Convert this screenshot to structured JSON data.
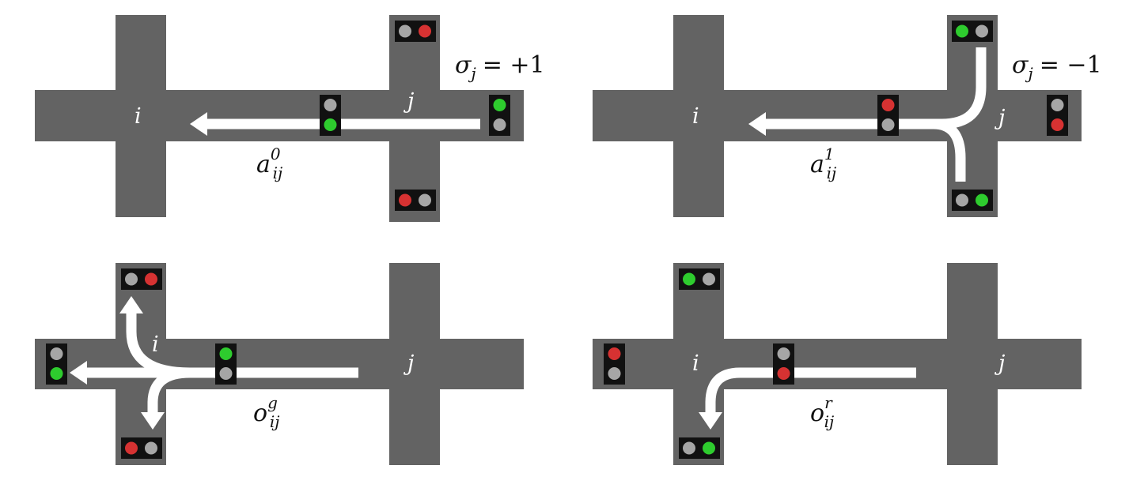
{
  "colors": {
    "road": "#636363",
    "housing": "#111111",
    "lamp_green": "#2ecc2e",
    "lamp_red": "#d63232",
    "lamp_off": "#a6a6a6",
    "arrow": "#ffffff"
  },
  "panels": [
    {
      "id": "top-left",
      "node_i": "i",
      "node_j": "j",
      "flow": {
        "sym": "a",
        "sup": "0",
        "sub": "ij"
      },
      "sigma": {
        "sym": "σ",
        "sub": "j",
        "rel": "= +1"
      },
      "lights": [
        {
          "position": "north-of-j",
          "state": [
            "off",
            "red"
          ]
        },
        {
          "position": "east-of-j",
          "state": [
            "green",
            "off"
          ]
        },
        {
          "position": "between-i-j",
          "state": [
            "off",
            "green"
          ]
        },
        {
          "position": "south-of-j",
          "state": [
            "red",
            "off"
          ]
        }
      ]
    },
    {
      "id": "top-right",
      "node_i": "i",
      "node_j": "j",
      "flow": {
        "sym": "a",
        "sup": "1",
        "sub": "ij"
      },
      "sigma": {
        "sym": "σ",
        "sub": "j",
        "rel": "= −1"
      },
      "lights": [
        {
          "position": "north-of-j",
          "state": [
            "green",
            "off"
          ]
        },
        {
          "position": "east-of-j",
          "state": [
            "off",
            "red"
          ]
        },
        {
          "position": "between-i-j",
          "state": [
            "red",
            "off"
          ]
        },
        {
          "position": "south-of-j",
          "state": [
            "off",
            "green"
          ]
        }
      ]
    },
    {
      "id": "bottom-left",
      "node_i": "i",
      "node_j": "j",
      "flow": {
        "sym": "o",
        "sup": "g",
        "sub": "ij"
      },
      "lights": [
        {
          "position": "north-of-i",
          "state": [
            "off",
            "red"
          ]
        },
        {
          "position": "west-of-i",
          "state": [
            "off",
            "green"
          ]
        },
        {
          "position": "between-i-j",
          "state": [
            "green",
            "off"
          ]
        },
        {
          "position": "south-of-i",
          "state": [
            "red",
            "off"
          ]
        }
      ]
    },
    {
      "id": "bottom-right",
      "node_i": "i",
      "node_j": "j",
      "flow": {
        "sym": "o",
        "sup": "r",
        "sub": "ij"
      },
      "lights": [
        {
          "position": "north-of-i",
          "state": [
            "green",
            "off"
          ]
        },
        {
          "position": "west-of-i",
          "state": [
            "red",
            "off"
          ]
        },
        {
          "position": "between-i-j",
          "state": [
            "off",
            "red"
          ]
        },
        {
          "position": "south-of-i",
          "state": [
            "off",
            "green"
          ]
        }
      ]
    }
  ]
}
